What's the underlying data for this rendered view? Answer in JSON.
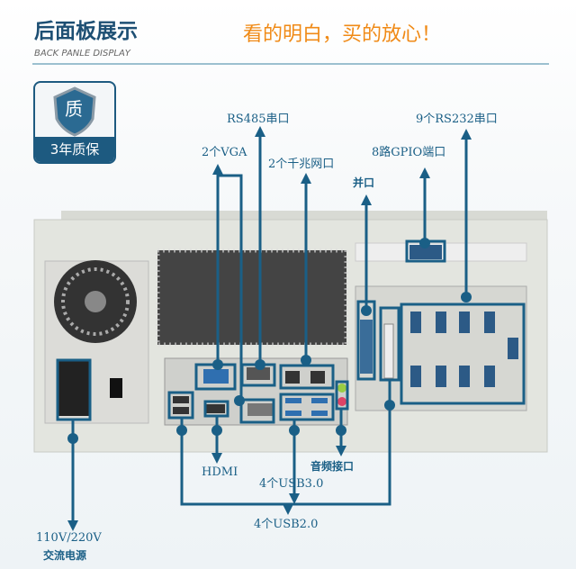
{
  "header": {
    "title": "后面板展示",
    "subtitle": "BACK PANLE DISPLAY",
    "slogan": "看的明白，买的放心！"
  },
  "badge": {
    "glyph": "质",
    "text": "3年质保"
  },
  "labels": {
    "rs485": "RS485串口",
    "rs232": "9个RS232串口",
    "vga": "2个VGA",
    "lan": "2个千兆网口",
    "gpio": "8路GPIO端口",
    "parallel": "并口",
    "power_1": "110V/220V",
    "power_2": "交流电源",
    "hdmi": "HDMI",
    "audio": "音频接口",
    "usb3": "4个USB3.0",
    "usb2": "4个USB2.0"
  },
  "colors": {
    "accent": "#1a5f86",
    "orange": "#f08a16",
    "chassis": "#e3e5df"
  }
}
